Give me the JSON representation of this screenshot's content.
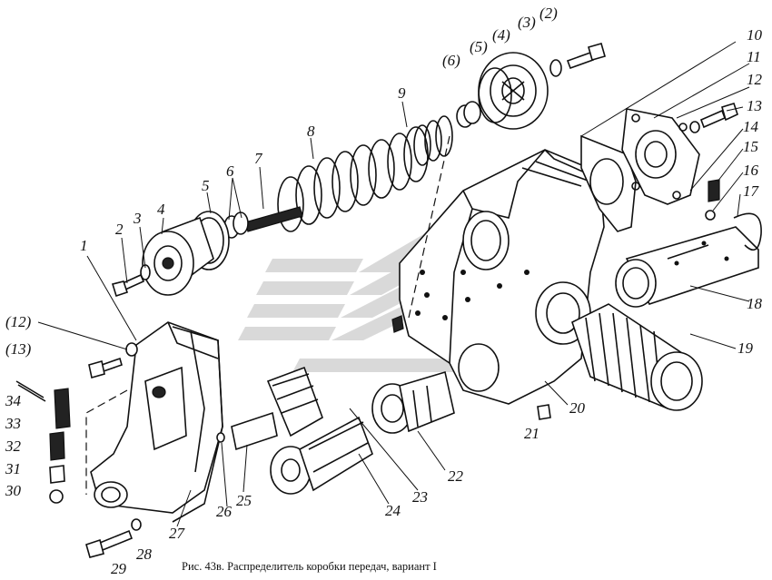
{
  "caption": "Рис. 43в. Распределитель коробки передач, вариант I",
  "callouts": {
    "c1": "1",
    "c2": "2",
    "c3": "3",
    "c4": "4",
    "c5": "5",
    "c6": "6",
    "c7": "7",
    "c8": "8",
    "c9": "9",
    "c10": "10",
    "c11": "11",
    "c12": "12",
    "c13": "13",
    "c14": "14",
    "c15": "15",
    "c16": "16",
    "c17": "17",
    "c18": "18",
    "c19": "19",
    "c20": "20",
    "c21": "21",
    "c22": "22",
    "c23": "23",
    "c24": "24",
    "c25": "25",
    "c26": "26",
    "c27": "27",
    "c28": "28",
    "c29": "29",
    "c30": "30",
    "c31": "31",
    "c32": "32",
    "c33": "33",
    "c34": "34",
    "p2": "(2)",
    "p3": "(3)",
    "p4": "(4)",
    "p5": "(5)",
    "p6": "(6)",
    "p12": "(12)",
    "p13": "(13)"
  },
  "colors": {
    "ink": "#111111",
    "watermark": "#d6d6d6",
    "paper": "#ffffff"
  },
  "watermark_icon": "stripes-logo-watermark"
}
